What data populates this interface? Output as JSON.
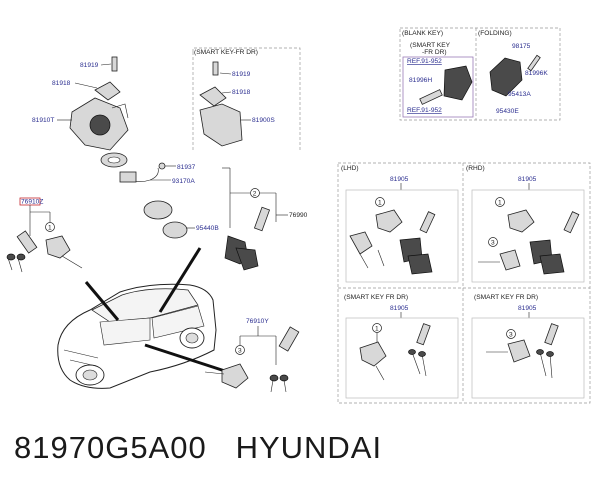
{
  "labels": {
    "p81919_a": "81919",
    "p81918_a": "81918",
    "p81910T": "81910T",
    "p81937": "81937",
    "p93170A": "93170A",
    "p95440B": "95440B",
    "p76990": "76990",
    "p76910Z": "76910Z",
    "p76910Y": "76910Y",
    "smartkey_title": "(SMART KEY-FR DR)",
    "p81919_b": "81919",
    "p81918_b": "81918",
    "p81900S": "81900S",
    "blank_key_title": "(BLANK KEY)",
    "blank_smartkey_line1": "(SMART KEY",
    "blank_smartkey_line2": "-FR DR)",
    "ref_1": "REF.91-952",
    "p81996H": "81996H",
    "ref_2": "REF.91-952",
    "folding_title": "(FOLDING)",
    "p98175": "98175",
    "p81996K": "81996K",
    "p95413A": "95413A",
    "p95430E": "95430E",
    "lhd_title": "(LHD)",
    "rhd_title": "(RHD)",
    "p81905_lhd": "81905",
    "p81905_rhd": "81905",
    "smart_fr_dr_lhd": "(SMART KEY FR DR)",
    "smart_fr_dr_rhd": "(SMART KEY FR DR)",
    "p81905_lhd_smart": "81905",
    "p81905_rhd_smart": "81905",
    "callout_1": "1",
    "callout_2": "2",
    "callout_3": "3"
  },
  "footer": {
    "part_number": "81970G5A00",
    "brand": "HYUNDAI"
  },
  "colors": {
    "label_blue": "#2a2d8f",
    "ref_red_box": "#c4262e",
    "blank_key_box": "#9a7ab8"
  }
}
